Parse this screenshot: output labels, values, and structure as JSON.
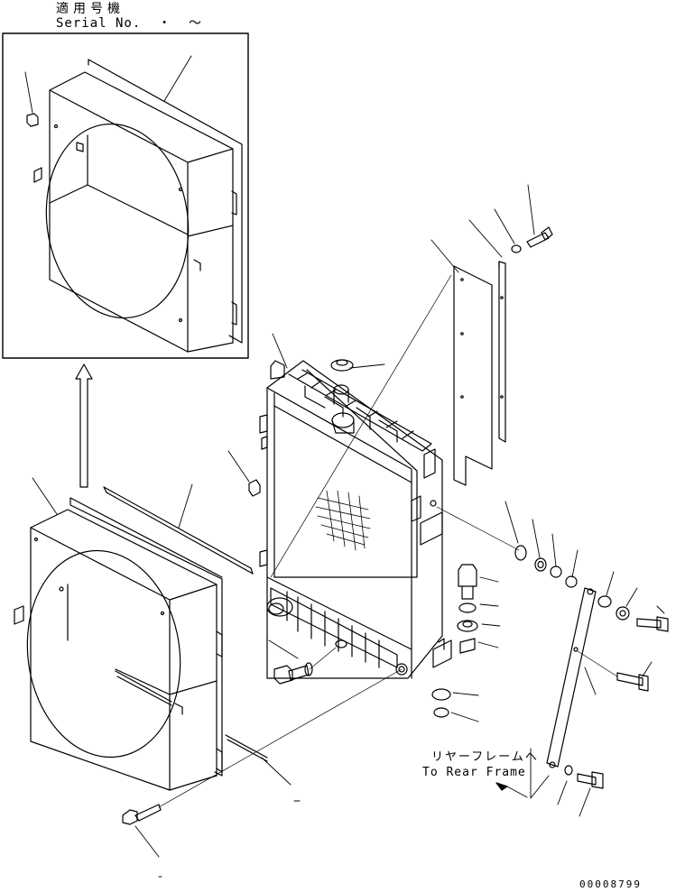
{
  "header": {
    "serial_jp": "適用号機",
    "serial_en": "Serial No.  ・  ～"
  },
  "note": {
    "rear_frame_jp": "リヤーフレームへ",
    "rear_frame_en": "To Rear Frame"
  },
  "footer": {
    "drawing_number": "00008799"
  }
}
